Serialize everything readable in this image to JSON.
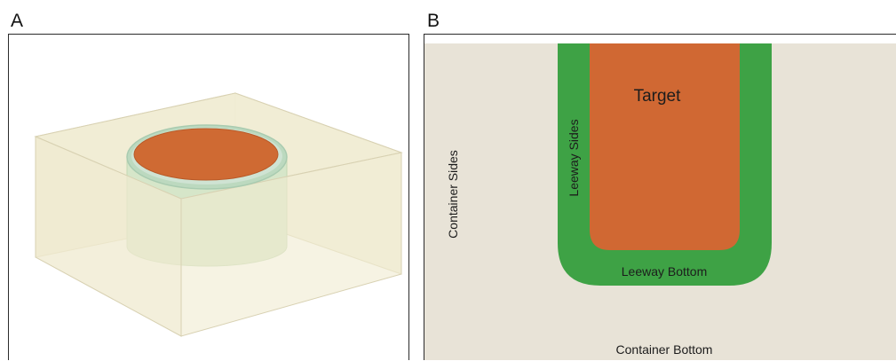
{
  "panels": {
    "a": {
      "letter": "A"
    },
    "b": {
      "letter": "B",
      "labels": {
        "target": "Target",
        "leeway_sides": "Leeway Sides",
        "leeway_bottom": "Leeway Bottom",
        "container_sides": "Container Sides",
        "container_bottom": "Container Bottom"
      }
    }
  },
  "colors": {
    "container": "#e9e4d8",
    "container_3d": "#f1ecd3",
    "leeway": "#3fa246",
    "leeway_3d": "#cfe3c6",
    "target": "#d06a34"
  }
}
